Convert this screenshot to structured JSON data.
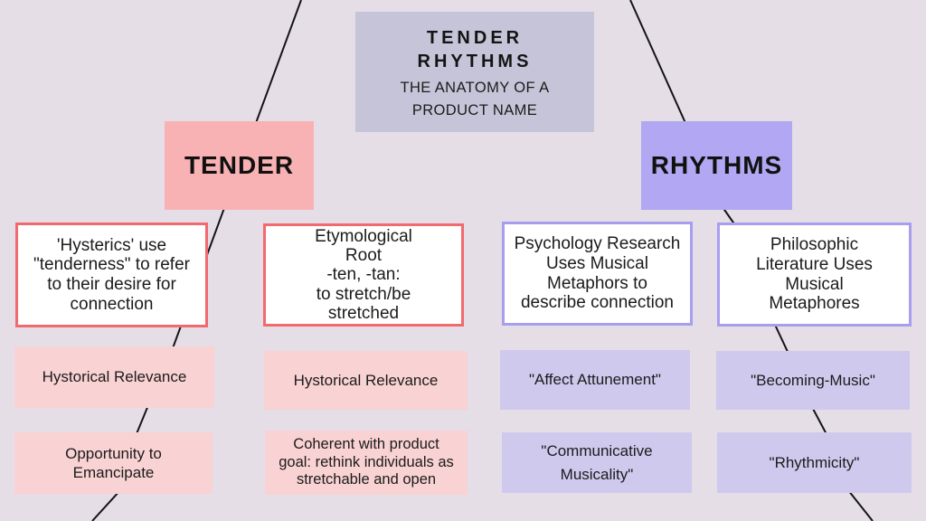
{
  "title": {
    "heading": "TENDER\nRHYTHMS",
    "subheading": "THE ANATOMY OF A\nPRODUCT NAME"
  },
  "tender_branch": {
    "label": "TENDER",
    "hysterics": "'Hysterics' use\n\"tenderness\" to refer\nto their desire for\nconnection",
    "etymological": "Etymological\nRoot\n-ten, -tan:\nto stretch/be\nstretched",
    "hystorical_1": "Hystorical Relevance",
    "hystorical_2": "Hystorical Relevance",
    "opportunity": "Opportunity to\nEmancipate",
    "coherent": "Coherent with product\ngoal: rethink individuals as\nstretchable and open"
  },
  "rhythms_branch": {
    "label": "RHYTHMS",
    "psychology": "Psychology Research\nUses Musical\nMetaphors to\ndescribe connection",
    "philosophic": "Philosophic\nLiterature Uses\nMusical\nMetaphores",
    "affect": "\"Affect Attunement\"",
    "becoming": "\"Becoming-Music\"",
    "communicative": "\"Communicative\nMusicality\"",
    "rhythmicity": "\"Rhythmicity\""
  },
  "colors": {
    "background": "#e5dee7",
    "title_fill": "#c6c4d8",
    "tender_fill": "#f9b2b4",
    "rhythms_fill": "#b1a7f2",
    "red_border": "#f2696e",
    "purple_border": "#a89ef0",
    "pink_label_fill": "#f9d2d3",
    "purple_label_fill": "#cfc9ee",
    "connector": "#141414",
    "text": "#1b1b1b"
  }
}
